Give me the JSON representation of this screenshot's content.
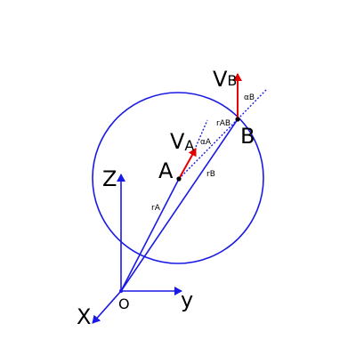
{
  "colors": {
    "blue": "#1a1ae6",
    "red": "#e60000",
    "black": "#000000"
  },
  "labels": {
    "origin": "O",
    "axis_x": "X",
    "axis_y": "y",
    "axis_z": "Z",
    "point_a": "A",
    "point_b": "B",
    "vel_a_main": "V",
    "vel_a_sub": "A",
    "vel_b_main": "V",
    "vel_b_sub": "B",
    "alpha_a": "αA",
    "alpha_b": "αB",
    "r_a": "rA",
    "r_b": "rB",
    "r_ab": "rAB"
  }
}
